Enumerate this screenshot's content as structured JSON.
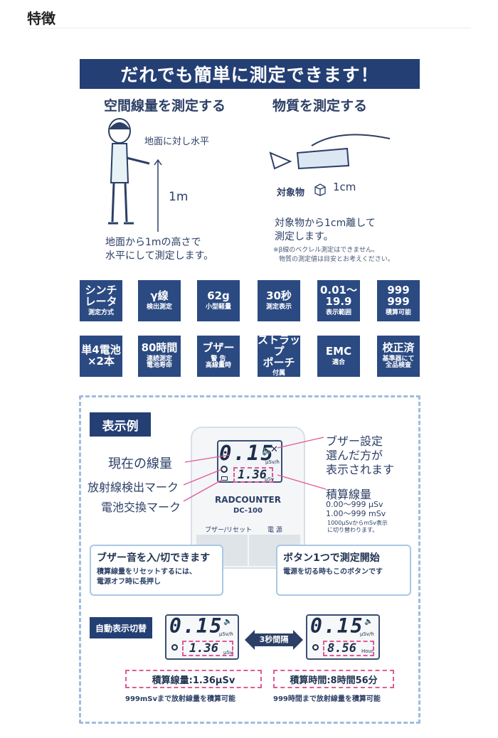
{
  "page_title": "特徴",
  "banner": "だれでも簡単に測定できます！",
  "left": {
    "heading": "空間線量を測定する",
    "horizontal_note": "地面に対し水平",
    "height_label": "1m",
    "note_lines": [
      "地面から1mの高さで",
      "水平にして測定します。"
    ]
  },
  "right": {
    "heading": "物質を測定する",
    "distance_label": "1cm",
    "object_label": "対象物",
    "note_lines": [
      "対象物から1cm離して",
      "測定します。"
    ],
    "disclaimer_lines": [
      "※β線のベクレル測定はできません。",
      "物質の測定値は目安とお考えください。"
    ]
  },
  "features": [
    {
      "main": "シンチ\nレータ",
      "sub": "測定方式"
    },
    {
      "main": "γ線",
      "sub": "検出測定"
    },
    {
      "main": "62g",
      "sub": "小型軽量"
    },
    {
      "main": "30秒",
      "sub": "測定表示"
    },
    {
      "main": "0.01〜\n19.9",
      "sub": "表示範囲"
    },
    {
      "main": "999\n999",
      "sub": "積算可能"
    },
    {
      "main": "単4電池\n×2本",
      "sub": ""
    },
    {
      "main": "80時間",
      "sub": "連続測定\n電池寿命"
    },
    {
      "main": "ブザー",
      "sub": "警 告\n高線量時"
    },
    {
      "main": "ストラップ\nポーチ",
      "sub": "付属"
    },
    {
      "main": "EMC",
      "sub": "適合"
    },
    {
      "main": "校正済",
      "sub": "基準器にて\n全品検査"
    }
  ],
  "display": {
    "tag": "表示例",
    "labels": {
      "current": "現在の線量",
      "detect": "放射線検出マーク",
      "battery": "電池交換マーク",
      "buzzer": [
        "ブザー設定",
        "選んだ方が",
        "表示されます"
      ],
      "cumulative": "積算線量",
      "range_usv": "0.00〜999 μSv",
      "range_msv": "1.00〜999 mSv",
      "switch_note": [
        "1000μSvからmSv表示",
        "に切り替わります。"
      ]
    },
    "device": {
      "reading_main": "0.15",
      "unit_main": "μSv/h",
      "reading_sub": "1.36",
      "unit_sub": "μSv",
      "brand": "RADCOUNTER",
      "model": "DC-100",
      "button_left": "ブザー/リセット",
      "button_right": "電 源"
    },
    "callout_left": {
      "title": "ブザー音を入/切できます",
      "body": [
        "積算線量をリセットするには、",
        "電源オフ時に長押し"
      ]
    },
    "callout_right": {
      "title": "ボタン1つで測定開始",
      "body": [
        "電源を切る時もこのボタンです"
      ]
    }
  },
  "auto": {
    "tag": "自動表示切替",
    "interval": "3秒間隔",
    "left_main": "0.15",
    "left_unit": "μSv/h",
    "left_sub": "1.36",
    "left_sub_unit": "μSv",
    "right_main": "0.15",
    "right_unit": "μSv/h",
    "right_sub": "8.56",
    "right_sub_unit": "Hour",
    "left_label": "積算線量:1.36μSv",
    "right_label": "積算時間:8時間56分",
    "left_caption": "999mSvまで放射線量を積算可能",
    "right_caption": "999時間まで放射線量を積算可能"
  },
  "colors": {
    "navy": "#243f74",
    "tile": "#2b4a82",
    "dash": "#9ebde0",
    "pink": "#e05a96"
  }
}
